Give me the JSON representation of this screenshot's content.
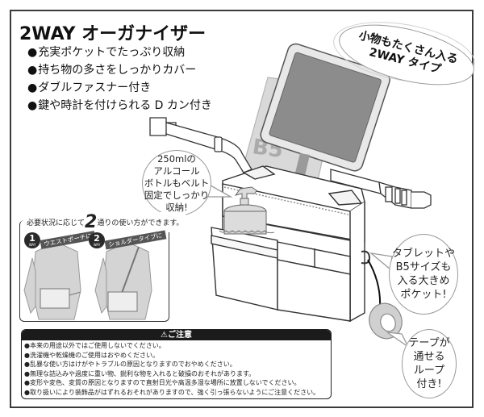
{
  "title": "2WAY オーガナイザー",
  "bullet_glyph": "●",
  "features": [
    "充実ポケットでたっぷり収納",
    "持ち物の多さをしっかりカバー",
    "ダブルファスナー付き",
    "鍵や時計を付けられる D カン付き"
  ],
  "tagline": {
    "line1": "小物もたくさん入る",
    "line2": "2WAY タイプ"
  },
  "illustration": {
    "paper_label": "B5",
    "colors": {
      "tablet_screen": "#8c8c8c",
      "tablet_body": "#e8e8e8",
      "paper": "#d9d9d9",
      "arrow": "#9a9a9a",
      "outline": "#333333"
    }
  },
  "callouts": {
    "bottle": [
      "250mlの",
      "アルコール",
      "ボトルもベルト",
      "固定でしっかり",
      "収納!"
    ],
    "tablet": [
      "タブレットや",
      "B5サイズも",
      "入る大きめ",
      "ポケット!"
    ],
    "loop": [
      "テープが",
      "通せる",
      "ループ",
      "付き!"
    ]
  },
  "usage": {
    "caption_before": "必要状況に応じて",
    "caption_number": "2",
    "caption_after": "通りの使い方ができます。",
    "ways": [
      {
        "number": "1",
        "badge_label": "WAY",
        "label": "ウエストポーチに"
      },
      {
        "number": "2",
        "badge_label": "WAY",
        "label": "ショルダータイプに"
      }
    ]
  },
  "caution": {
    "icon": "⚠",
    "header": "ご注意",
    "items": [
      "本来の用途以外ではご使用しないでください。",
      "洗濯機や乾燥機のご使用はおやめください。",
      "乱暴な使い方はけがやトラブルの原因となりますのでおやめください。",
      "無理な詰込みや過度に重い物、鋭利な物を入れると破損のおそれがあります。",
      "変形や変色、変質の原因となりますので直射日光や高温多湿な場所に放置しないでください。",
      "取り扱いにより装飾品がはずれるおそれがありますので、強く引っ張らないようにご注意ください。"
    ]
  }
}
